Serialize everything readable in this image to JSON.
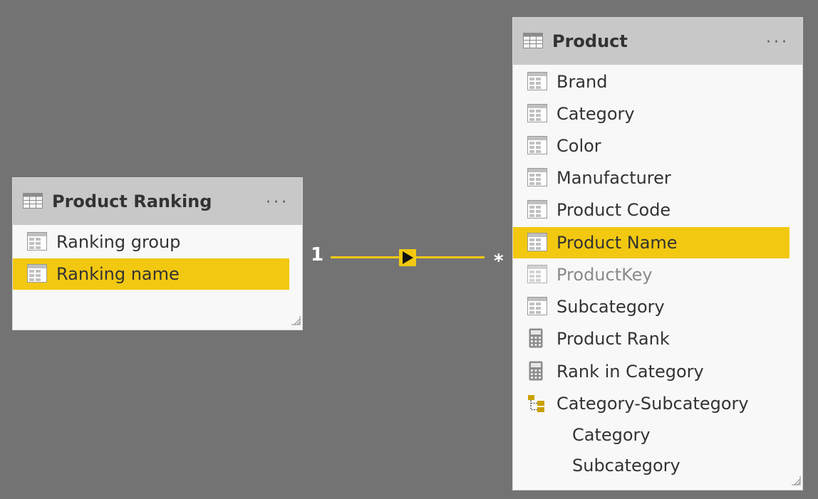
{
  "relationship": {
    "from_cardinality": "1",
    "to_cardinality": "*"
  },
  "product_ranking": {
    "title": "Product Ranking",
    "menu_glyph": "···",
    "fields": [
      {
        "label": "Ranking group",
        "icon": "table-field-icon",
        "selected": false
      },
      {
        "label": "Ranking name",
        "icon": "table-field-icon",
        "selected": true
      }
    ]
  },
  "product": {
    "title": "Product",
    "menu_glyph": "···",
    "fields": [
      {
        "label": "Brand",
        "icon": "table-field-icon"
      },
      {
        "label": "Category",
        "icon": "table-field-icon"
      },
      {
        "label": "Color",
        "icon": "table-field-icon"
      },
      {
        "label": "Manufacturer",
        "icon": "table-field-icon"
      },
      {
        "label": "Product Code",
        "icon": "table-field-icon"
      },
      {
        "label": "Product Name",
        "icon": "table-field-icon",
        "selected": true
      },
      {
        "label": "ProductKey",
        "icon": "table-field-icon",
        "hidden": true
      },
      {
        "label": "Subcategory",
        "icon": "table-field-icon"
      },
      {
        "label": "Product Rank",
        "icon": "calculator-icon"
      },
      {
        "label": "Rank in Category",
        "icon": "calculator-icon"
      },
      {
        "label": "Category-Subcategory",
        "icon": "hierarchy-icon"
      }
    ],
    "hierarchy_levels": [
      "Category",
      "Subcategory"
    ]
  },
  "colors": {
    "background": "#737373",
    "accent": "#f2c811",
    "header": "#c8c8c8",
    "card": "#f8f8f8"
  }
}
